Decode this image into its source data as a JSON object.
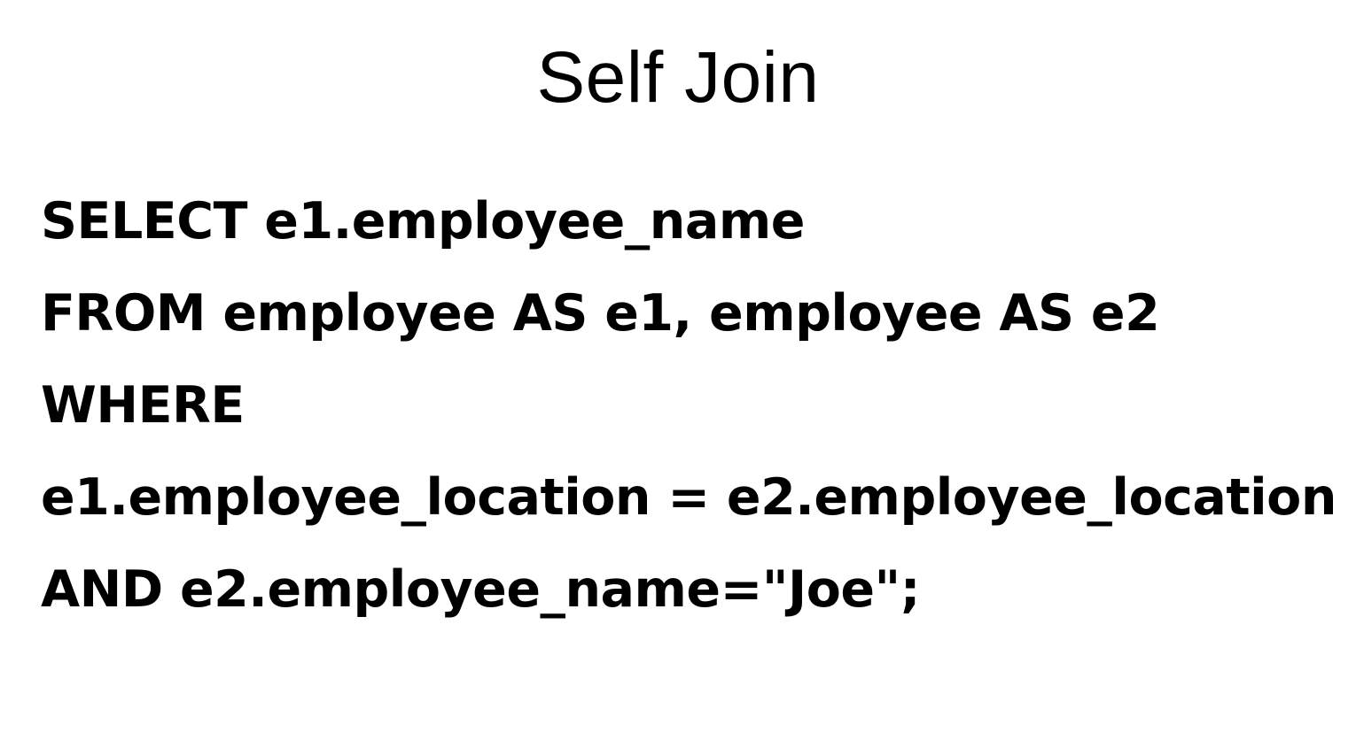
{
  "slide": {
    "title": "Self Join",
    "lines": [
      "SELECT e1.employee_name",
      "FROM employee AS e1, employee AS e2",
      "WHERE",
      "e1.employee_location = e2.employee_location",
      "AND e2.employee_name=\"Joe\";"
    ]
  }
}
